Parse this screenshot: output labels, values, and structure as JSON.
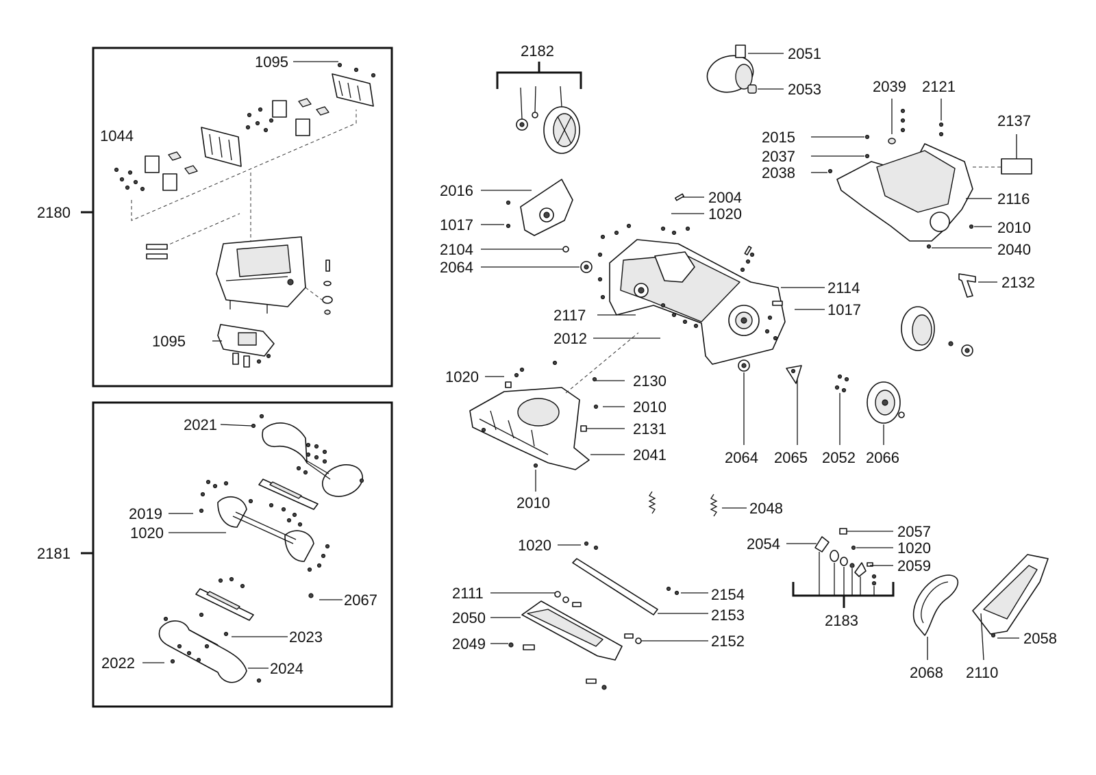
{
  "labels": {
    "l2180": "2180",
    "l2181": "2181",
    "l1095a": "1095",
    "l1044": "1044",
    "l1095b": "1095",
    "l2021": "2021",
    "l2019": "2019",
    "l1020_auger": "1020",
    "l2067": "2067",
    "l2023": "2023",
    "l2022": "2022",
    "l2024": "2024",
    "l2182": "2182",
    "l2016": "2016",
    "l1017a": "1017",
    "l2104": "2104",
    "l2064a": "2064",
    "l2117": "2117",
    "l2012": "2012",
    "l1020_chute": "1020",
    "l2130": "2130",
    "l2010a": "2010",
    "l2131": "2131",
    "l2041": "2041",
    "l2010b": "2010",
    "l2051": "2051",
    "l2053": "2053",
    "l2004": "2004",
    "l1020_frame": "1020",
    "l2114": "2114",
    "l1017b": "1017",
    "l2015": "2015",
    "l2037": "2037",
    "l2038": "2038",
    "l2039": "2039",
    "l2121": "2121",
    "l2137": "2137",
    "l2116": "2116",
    "l2010c": "2010",
    "l2040": "2040",
    "l2132": "2132",
    "l2064b": "2064",
    "l2065": "2065",
    "l2052": "2052",
    "l2066": "2066",
    "l2048": "2048",
    "l1020_scraper": "1020",
    "l2111": "2111",
    "l2050": "2050",
    "l2049": "2049",
    "l2154": "2154",
    "l2153": "2153",
    "l2152": "2152",
    "l2057": "2057",
    "l2054": "2054",
    "l1020_tension": "1020",
    "l2059": "2059",
    "l2183": "2183",
    "l2068": "2068",
    "l2110": "2110",
    "l2058": "2058"
  }
}
